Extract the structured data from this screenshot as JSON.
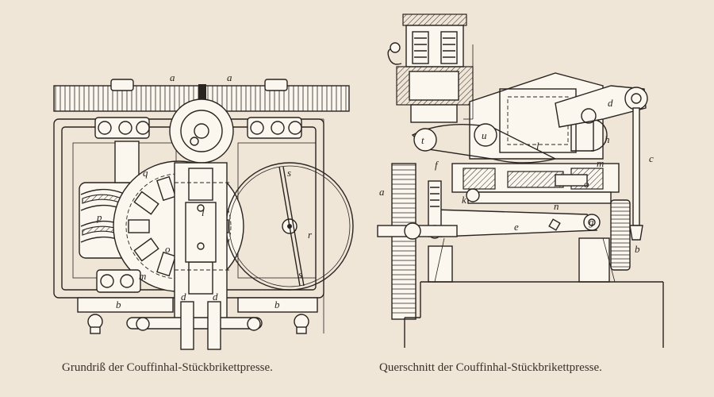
{
  "captions": {
    "left": "Grundriß der  Couffinhal-Stückbrikettpresse.",
    "right": "Querschnitt der Couffinhal-Stückbrikettpresse."
  },
  "left_labels": {
    "a1": "a",
    "a2": "a",
    "q": "q",
    "p": "p",
    "l": "l",
    "s1": "s",
    "r": "r",
    "s2": "s",
    "m": "m",
    "o": "o",
    "d1": "d",
    "d2": "d",
    "b1": "b",
    "b2": "b"
  },
  "right_labels": {
    "t": "t",
    "u": "u",
    "l": "l",
    "d": "d",
    "h": "h",
    "c": "c",
    "f": "f",
    "m": "m",
    "o": "o",
    "a": "a",
    "k": "k",
    "n": "n",
    "e": "e",
    "g": "g",
    "b": "b"
  },
  "colors": {
    "paper": "#efe6d8",
    "ink": "#2a2420"
  }
}
